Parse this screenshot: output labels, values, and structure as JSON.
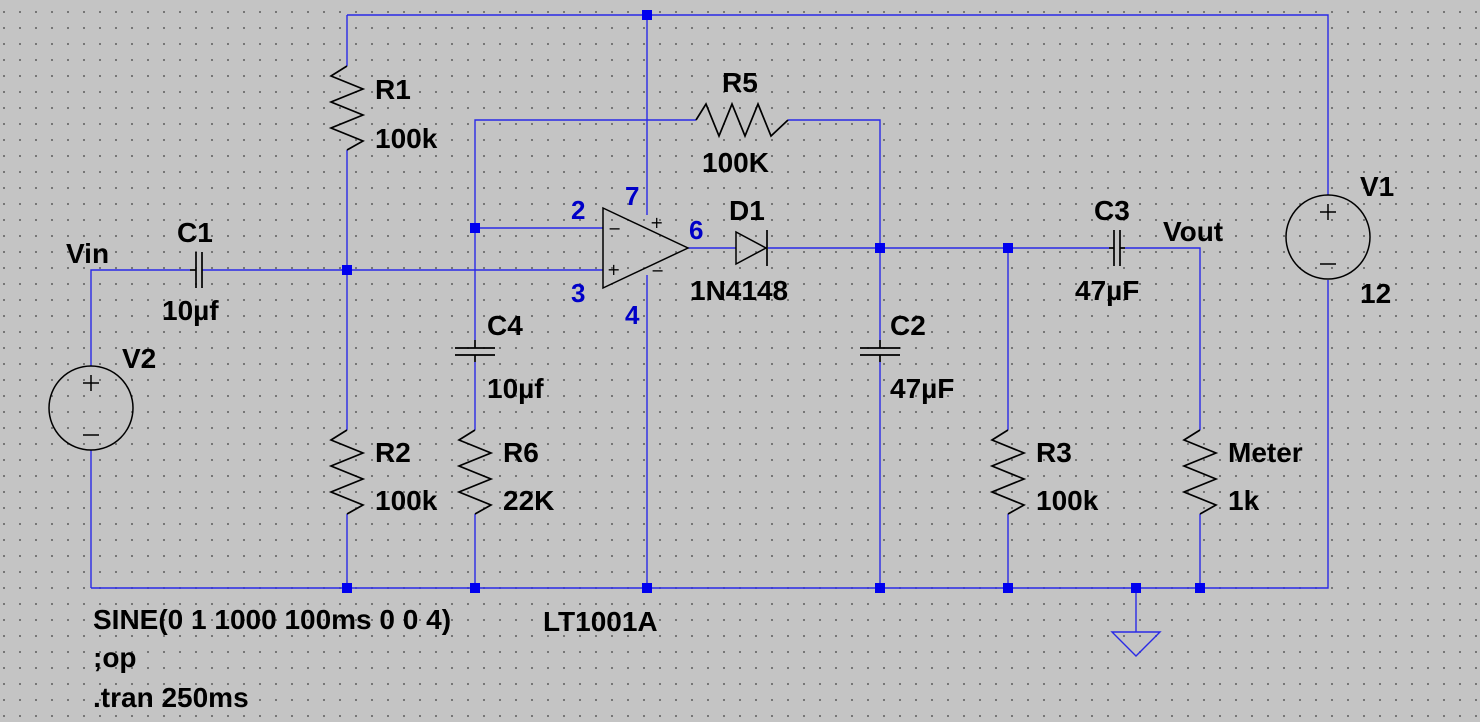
{
  "components": {
    "R1": {
      "name": "R1",
      "value": "100k"
    },
    "R2": {
      "name": "R2",
      "value": "100k"
    },
    "R3": {
      "name": "R3",
      "value": "100k"
    },
    "R5": {
      "name": "R5",
      "value": "100K"
    },
    "R6": {
      "name": "R6",
      "value": "22K"
    },
    "Meter": {
      "name": "Meter",
      "value": "1k"
    },
    "C1": {
      "name": "C1",
      "value": "10µf"
    },
    "C2": {
      "name": "C2",
      "value": "47µF"
    },
    "C3": {
      "name": "C3",
      "value": "47µF"
    },
    "C4": {
      "name": "C4",
      "value": "10µf"
    },
    "D1": {
      "name": "D1",
      "value": "1N4148"
    },
    "V1": {
      "name": "V1",
      "value": "12"
    },
    "V2": {
      "name": "V2",
      "value": "SINE(0 1 1000 100ms 0 0 4)"
    },
    "U1": {
      "value": "LT1001A"
    }
  },
  "pins": {
    "in_minus": "2",
    "in_plus": "3",
    "vplus": "7",
    "vminus": "4",
    "out": "6"
  },
  "nets": {
    "vin": "Vin",
    "vout": "Vout"
  },
  "directives": {
    "op": ";op",
    "tran": ".tran 250ms"
  },
  "colors": {
    "wire": "#2a2ae6",
    "pin_label": "#0000c8",
    "symbol": "#000000",
    "background": "#c4c4c4"
  }
}
